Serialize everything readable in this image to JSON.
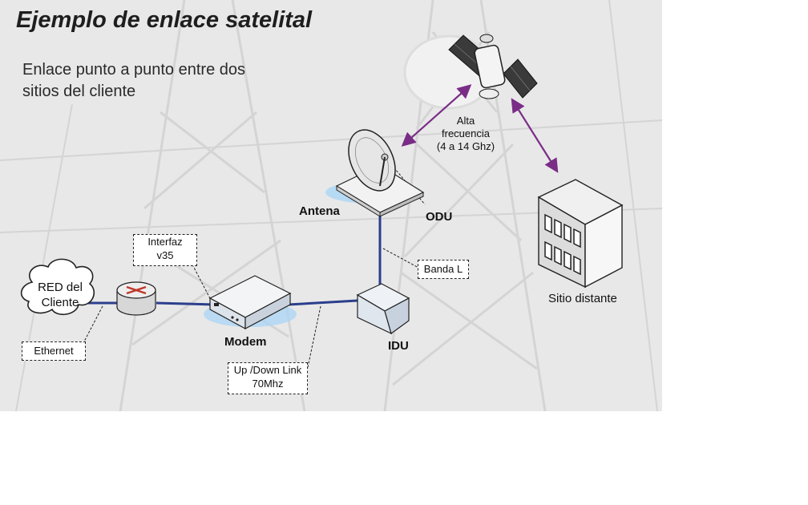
{
  "slide": {
    "title": "Ejemplo de enlace satelital",
    "subtitle_line1": "Enlace punto a punto entre dos",
    "subtitle_line2": "sitios del cliente"
  },
  "diagram": {
    "cloud": {
      "line1": "RED del",
      "line2": "Cliente"
    },
    "labels": {
      "antena": "Antena",
      "odu": "ODU",
      "modem": "Modem",
      "idu": "IDU",
      "remote_site": "Sitio distante"
    },
    "frequency": {
      "line1": "Alta",
      "line2": "frecuencia",
      "line3": "(4 a 14 Ghz)"
    },
    "callouts": {
      "interface_line1": "Interfaz",
      "interface_line2": "v35",
      "band": "Banda L",
      "ethernet": "Ethernet",
      "link_line1": "Up /Down Link",
      "link_line2": "70Mhz"
    }
  },
  "colors": {
    "link_line": "#2b3f8c",
    "radio_arrow": "#7a2d86",
    "halo": "#a9d6f5"
  }
}
